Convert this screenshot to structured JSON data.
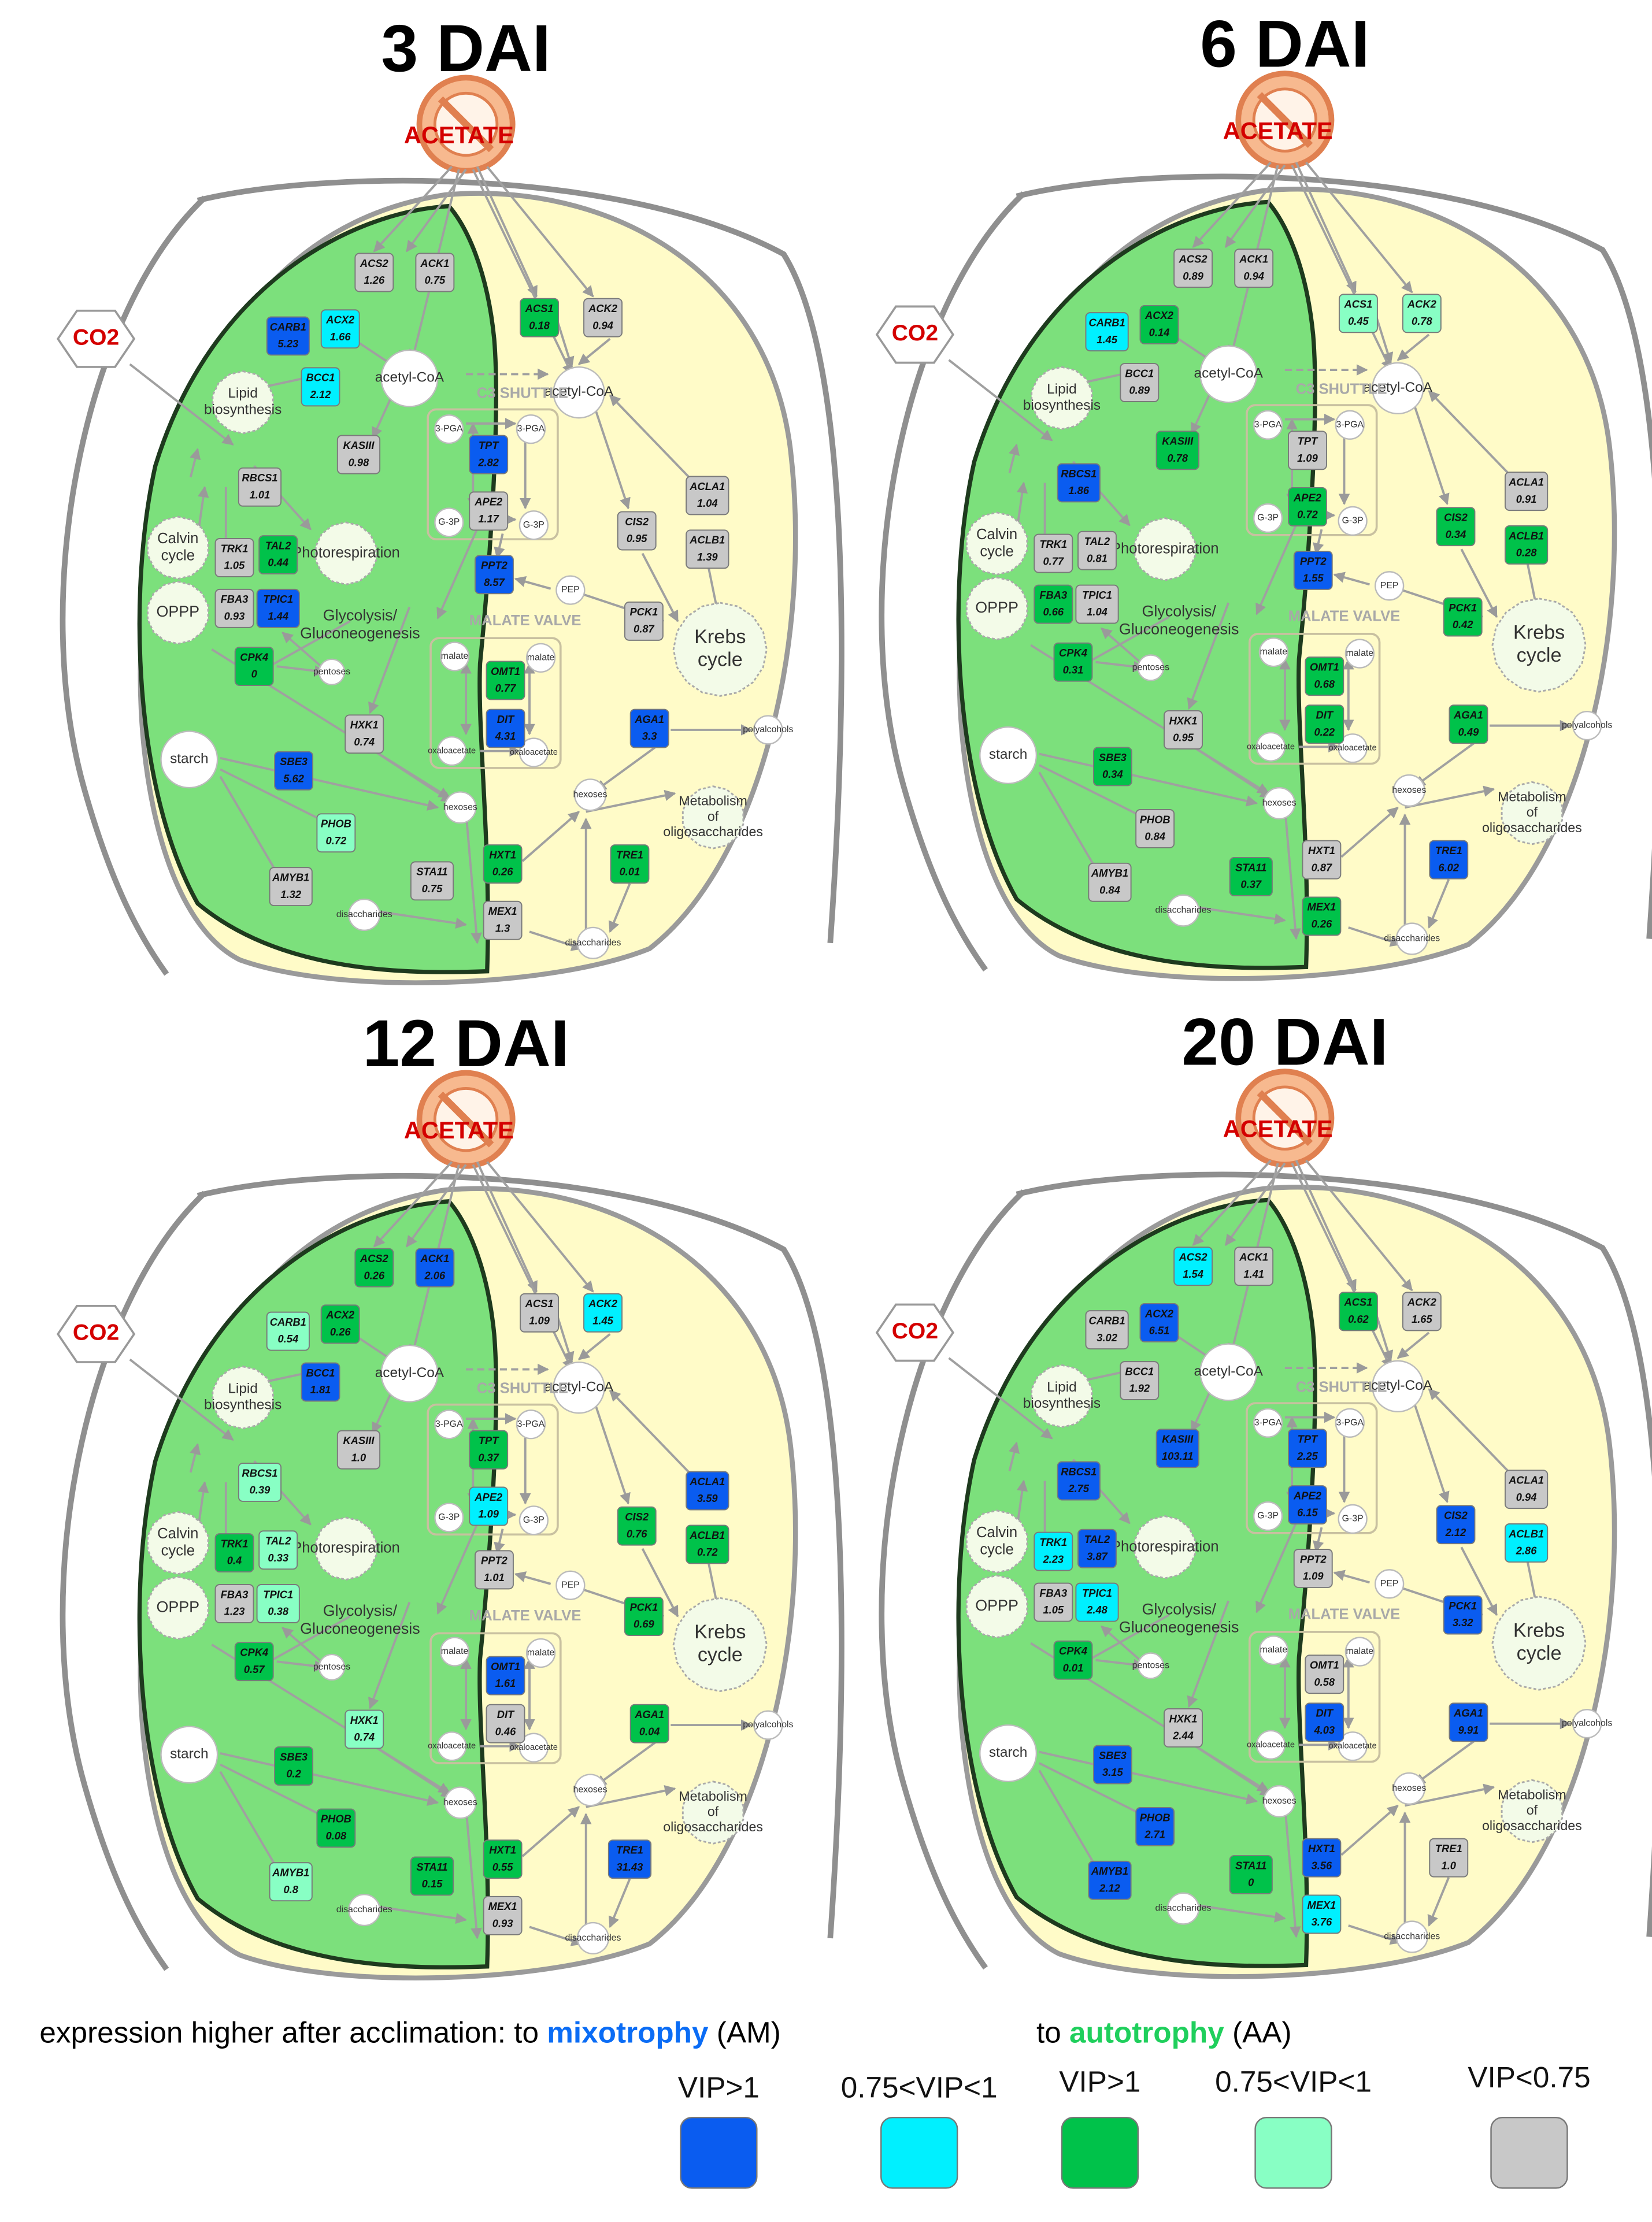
{
  "colors": {
    "am_high": "#0a5cf0",
    "am_mid": "#00f0ff",
    "aa_high": "#00c24a",
    "aa_mid": "#88ffc4",
    "low": "#c8c8c8",
    "chloroplast": "#7ce07c",
    "cytosol": "#fffbc8",
    "acetate_fill": "#f7b98f",
    "red_text": "#d40000",
    "mixo_blue": "#0a6cf5",
    "auto_green": "#1fcf5c"
  },
  "labels": {
    "acetate": "ACETATE",
    "co2": "CO2",
    "acetyl_coa": "acetyl-CoA",
    "lipid": "Lipid\nbiosynthesis",
    "c3_shuttle": "C3 SHUTTLE",
    "malate_valve": "MALATE VALVE",
    "pga": "3-PGA",
    "g3p": "G-3P",
    "calvin": "Calvin\ncycle",
    "photoresp": "Photorespiration",
    "oppp": "OPPP",
    "glycolysis": "Glycolysis/\nGluconeogenesis",
    "pep": "PEP",
    "krebs": "Krebs\ncycle",
    "malate": "malate",
    "oxaloacetate": "oxaloacetate",
    "pentoses": "pentoses",
    "starch": "starch",
    "hexoses": "hexoses",
    "polyalcohols": "polyalcohols",
    "oligo": "Metabolism\nof\noligosaccharides",
    "disaccharides": "disaccharides"
  },
  "legend": {
    "intro": "expression higher after acclimation:",
    "to_mixo_prefix": "to ",
    "mixo": "mixotrophy",
    "mixo_suffix": " (AM)",
    "to_auto_prefix": "to ",
    "auto": "autotrophy",
    "auto_suffix": " (AA)",
    "items": [
      {
        "label": "VIP>1",
        "cls": "am_high"
      },
      {
        "label": "0.75<VIP<1",
        "cls": "am_mid"
      },
      {
        "label": "VIP>1",
        "cls": "aa_high"
      },
      {
        "label": "0.75<VIP<1",
        "cls": "aa_mid"
      },
      {
        "label": "VIP<0.75",
        "cls": "low"
      }
    ]
  },
  "panels": [
    {
      "title": "3 DAI",
      "genes": [
        {
          "id": "ACS2",
          "v": "1.26",
          "c": "low"
        },
        {
          "id": "ACK1",
          "v": "0.75",
          "c": "low"
        },
        {
          "id": "CARB1",
          "v": "5.23",
          "c": "am_high"
        },
        {
          "id": "ACX2",
          "v": "1.66",
          "c": "am_mid"
        },
        {
          "id": "BCC1",
          "v": "2.12",
          "c": "am_mid"
        },
        {
          "id": "ACS1",
          "v": "0.18",
          "c": "aa_high"
        },
        {
          "id": "ACK2",
          "v": "0.94",
          "c": "low"
        },
        {
          "id": "KASIII",
          "v": "0.98",
          "c": "low"
        },
        {
          "id": "TPT",
          "v": "2.82",
          "c": "am_high"
        },
        {
          "id": "APE2",
          "v": "1.17",
          "c": "low"
        },
        {
          "id": "RBCS1",
          "v": "1.01",
          "c": "low"
        },
        {
          "id": "ACLA1",
          "v": "1.04",
          "c": "low"
        },
        {
          "id": "ACLB1",
          "v": "1.39",
          "c": "low"
        },
        {
          "id": "CIS2",
          "v": "0.95",
          "c": "low"
        },
        {
          "id": "TRK1",
          "v": "1.05",
          "c": "low"
        },
        {
          "id": "TAL2",
          "v": "0.44",
          "c": "aa_high"
        },
        {
          "id": "PPT2",
          "v": "8.57",
          "c": "am_high"
        },
        {
          "id": "FBA3",
          "v": "0.93",
          "c": "low"
        },
        {
          "id": "TPIC1",
          "v": "1.44",
          "c": "am_high"
        },
        {
          "id": "PCK1",
          "v": "0.87",
          "c": "low"
        },
        {
          "id": "CPK4",
          "v": "0",
          "c": "aa_high"
        },
        {
          "id": "OMT1",
          "v": "0.77",
          "c": "aa_high"
        },
        {
          "id": "DIT",
          "v": "4.31",
          "c": "am_high"
        },
        {
          "id": "HXK1",
          "v": "0.74",
          "c": "low"
        },
        {
          "id": "AGA1",
          "v": "3.3",
          "c": "am_high"
        },
        {
          "id": "SBE3",
          "v": "5.62",
          "c": "am_high"
        },
        {
          "id": "PHOB",
          "v": "0.72",
          "c": "aa_mid"
        },
        {
          "id": "HXT1",
          "v": "0.26",
          "c": "aa_high"
        },
        {
          "id": "TRE1",
          "v": "0.01",
          "c": "aa_high"
        },
        {
          "id": "AMYB1",
          "v": "1.32",
          "c": "low"
        },
        {
          "id": "STA11",
          "v": "0.75",
          "c": "low"
        },
        {
          "id": "MEX1",
          "v": "1.3",
          "c": "low"
        }
      ]
    },
    {
      "title": "6 DAI",
      "genes": [
        {
          "id": "ACS2",
          "v": "0.89",
          "c": "low"
        },
        {
          "id": "ACK1",
          "v": "0.94",
          "c": "low"
        },
        {
          "id": "CARB1",
          "v": "1.45",
          "c": "am_mid"
        },
        {
          "id": "ACX2",
          "v": "0.14",
          "c": "aa_high"
        },
        {
          "id": "BCC1",
          "v": "0.89",
          "c": "low"
        },
        {
          "id": "ACS1",
          "v": "0.45",
          "c": "aa_mid"
        },
        {
          "id": "ACK2",
          "v": "0.78",
          "c": "aa_mid"
        },
        {
          "id": "KASIII",
          "v": "0.78",
          "c": "aa_high"
        },
        {
          "id": "TPT",
          "v": "1.09",
          "c": "low"
        },
        {
          "id": "APE2",
          "v": "0.72",
          "c": "aa_high"
        },
        {
          "id": "RBCS1",
          "v": "1.86",
          "c": "am_high"
        },
        {
          "id": "ACLA1",
          "v": "0.91",
          "c": "low"
        },
        {
          "id": "ACLB1",
          "v": "0.28",
          "c": "aa_high"
        },
        {
          "id": "CIS2",
          "v": "0.34",
          "c": "aa_high"
        },
        {
          "id": "TRK1",
          "v": "0.77",
          "c": "low"
        },
        {
          "id": "TAL2",
          "v": "0.81",
          "c": "low"
        },
        {
          "id": "PPT2",
          "v": "1.55",
          "c": "am_high"
        },
        {
          "id": "FBA3",
          "v": "0.66",
          "c": "aa_high"
        },
        {
          "id": "TPIC1",
          "v": "1.04",
          "c": "low"
        },
        {
          "id": "PCK1",
          "v": "0.42",
          "c": "aa_high"
        },
        {
          "id": "CPK4",
          "v": "0.31",
          "c": "aa_high"
        },
        {
          "id": "OMT1",
          "v": "0.68",
          "c": "aa_high"
        },
        {
          "id": "DIT",
          "v": "0.22",
          "c": "aa_high"
        },
        {
          "id": "HXK1",
          "v": "0.95",
          "c": "low"
        },
        {
          "id": "AGA1",
          "v": "0.49",
          "c": "aa_high"
        },
        {
          "id": "SBE3",
          "v": "0.34",
          "c": "aa_high"
        },
        {
          "id": "PHOB",
          "v": "0.84",
          "c": "low"
        },
        {
          "id": "HXT1",
          "v": "0.87",
          "c": "low"
        },
        {
          "id": "TRE1",
          "v": "6.02",
          "c": "am_high"
        },
        {
          "id": "AMYB1",
          "v": "0.84",
          "c": "low"
        },
        {
          "id": "STA11",
          "v": "0.37",
          "c": "aa_high"
        },
        {
          "id": "MEX1",
          "v": "0.26",
          "c": "aa_high"
        }
      ]
    },
    {
      "title": "12 DAI",
      "genes": [
        {
          "id": "ACS2",
          "v": "0.26",
          "c": "aa_high"
        },
        {
          "id": "ACK1",
          "v": "2.06",
          "c": "am_high"
        },
        {
          "id": "CARB1",
          "v": "0.54",
          "c": "aa_mid"
        },
        {
          "id": "ACX2",
          "v": "0.26",
          "c": "aa_high"
        },
        {
          "id": "BCC1",
          "v": "1.81",
          "c": "am_high"
        },
        {
          "id": "ACS1",
          "v": "1.09",
          "c": "low"
        },
        {
          "id": "ACK2",
          "v": "1.45",
          "c": "am_mid"
        },
        {
          "id": "KASIII",
          "v": "1.0",
          "c": "low"
        },
        {
          "id": "TPT",
          "v": "0.37",
          "c": "aa_high"
        },
        {
          "id": "APE2",
          "v": "1.09",
          "c": "am_mid"
        },
        {
          "id": "RBCS1",
          "v": "0.39",
          "c": "aa_mid"
        },
        {
          "id": "ACLA1",
          "v": "3.59",
          "c": "am_high"
        },
        {
          "id": "ACLB1",
          "v": "0.72",
          "c": "aa_high"
        },
        {
          "id": "CIS2",
          "v": "0.76",
          "c": "aa_high"
        },
        {
          "id": "TRK1",
          "v": "0.4",
          "c": "aa_high"
        },
        {
          "id": "TAL2",
          "v": "0.33",
          "c": "aa_mid"
        },
        {
          "id": "PPT2",
          "v": "1.01",
          "c": "low"
        },
        {
          "id": "FBA3",
          "v": "1.23",
          "c": "low"
        },
        {
          "id": "TPIC1",
          "v": "0.38",
          "c": "aa_mid"
        },
        {
          "id": "PCK1",
          "v": "0.69",
          "c": "aa_high"
        },
        {
          "id": "CPK4",
          "v": "0.57",
          "c": "aa_high"
        },
        {
          "id": "OMT1",
          "v": "1.61",
          "c": "am_high"
        },
        {
          "id": "DIT",
          "v": "0.46",
          "c": "low"
        },
        {
          "id": "HXK1",
          "v": "0.74",
          "c": "aa_mid"
        },
        {
          "id": "AGA1",
          "v": "0.04",
          "c": "aa_high"
        },
        {
          "id": "SBE3",
          "v": "0.2",
          "c": "aa_high"
        },
        {
          "id": "PHOB",
          "v": "0.08",
          "c": "aa_high"
        },
        {
          "id": "HXT1",
          "v": "0.55",
          "c": "aa_high"
        },
        {
          "id": "TRE1",
          "v": "31.43",
          "c": "am_high"
        },
        {
          "id": "AMYB1",
          "v": "0.8",
          "c": "aa_mid"
        },
        {
          "id": "STA11",
          "v": "0.15",
          "c": "aa_high"
        },
        {
          "id": "MEX1",
          "v": "0.93",
          "c": "low"
        }
      ]
    },
    {
      "title": "20 DAI",
      "genes": [
        {
          "id": "ACS2",
          "v": "1.54",
          "c": "am_mid"
        },
        {
          "id": "ACK1",
          "v": "1.41",
          "c": "low"
        },
        {
          "id": "CARB1",
          "v": "3.02",
          "c": "low"
        },
        {
          "id": "ACX2",
          "v": "6.51",
          "c": "am_high"
        },
        {
          "id": "BCC1",
          "v": "1.92",
          "c": "low"
        },
        {
          "id": "ACS1",
          "v": "0.62",
          "c": "aa_high"
        },
        {
          "id": "ACK2",
          "v": "1.65",
          "c": "low"
        },
        {
          "id": "KASIII",
          "v": "103.11",
          "c": "am_high"
        },
        {
          "id": "TPT",
          "v": "2.25",
          "c": "am_high"
        },
        {
          "id": "APE2",
          "v": "6.15",
          "c": "am_high"
        },
        {
          "id": "RBCS1",
          "v": "2.75",
          "c": "am_high"
        },
        {
          "id": "ACLA1",
          "v": "0.94",
          "c": "low"
        },
        {
          "id": "ACLB1",
          "v": "2.86",
          "c": "am_mid"
        },
        {
          "id": "CIS2",
          "v": "2.12",
          "c": "am_high"
        },
        {
          "id": "TRK1",
          "v": "2.23",
          "c": "am_mid"
        },
        {
          "id": "TAL2",
          "v": "3.87",
          "c": "am_high"
        },
        {
          "id": "PPT2",
          "v": "1.09",
          "c": "low"
        },
        {
          "id": "FBA3",
          "v": "1.05",
          "c": "low"
        },
        {
          "id": "TPIC1",
          "v": "2.48",
          "c": "am_mid"
        },
        {
          "id": "PCK1",
          "v": "3.32",
          "c": "am_high"
        },
        {
          "id": "CPK4",
          "v": "0.01",
          "c": "aa_high"
        },
        {
          "id": "OMT1",
          "v": "0.58",
          "c": "low"
        },
        {
          "id": "DIT",
          "v": "4.03",
          "c": "am_high"
        },
        {
          "id": "HXK1",
          "v": "2.44",
          "c": "low"
        },
        {
          "id": "AGA1",
          "v": "9.91",
          "c": "am_high"
        },
        {
          "id": "SBE3",
          "v": "3.15",
          "c": "am_high"
        },
        {
          "id": "PHOB",
          "v": "2.71",
          "c": "am_high"
        },
        {
          "id": "HXT1",
          "v": "3.56",
          "c": "am_high"
        },
        {
          "id": "TRE1",
          "v": "1.0",
          "c": "low"
        },
        {
          "id": "AMYB1",
          "v": "2.12",
          "c": "am_high"
        },
        {
          "id": "STA11",
          "v": "0",
          "c": "aa_high"
        },
        {
          "id": "MEX1",
          "v": "3.76",
          "c": "am_mid"
        }
      ]
    }
  ]
}
